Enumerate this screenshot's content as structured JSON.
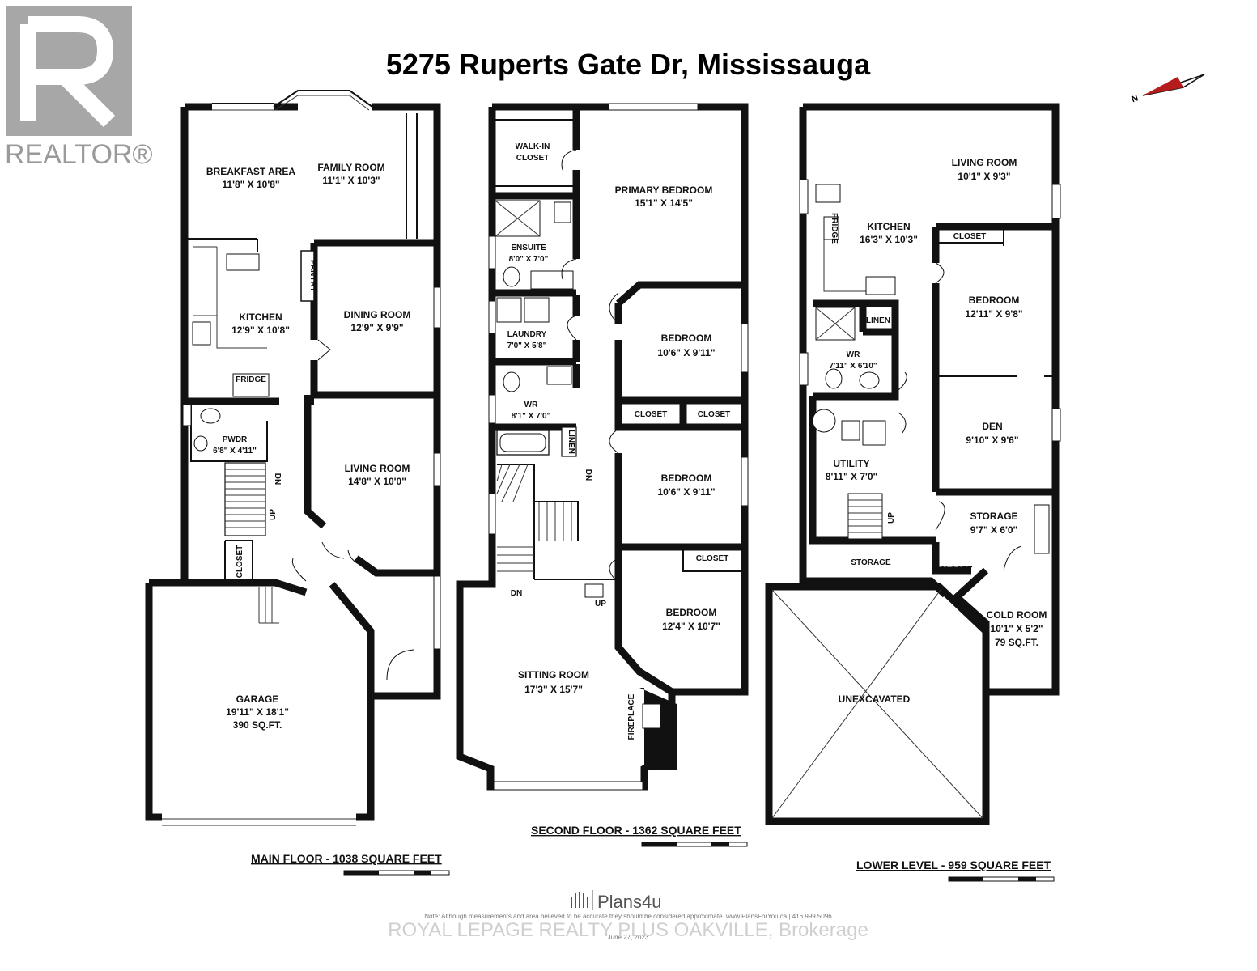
{
  "logo": {
    "text": "REALTOR®"
  },
  "title": "5275 Ruperts Gate Dr, Mississauga",
  "compass": {
    "label": "N"
  },
  "main_floor": {
    "label": "MAIN FLOOR - 1038 SQUARE FEET",
    "rooms": [
      {
        "id": "breakfast",
        "name": "BREAKFAST AREA",
        "dims": "11'8\" X 10'8\""
      },
      {
        "id": "family",
        "name": "FAMILY ROOM",
        "dims": "11'1\" X 10'3\""
      },
      {
        "id": "kitchen",
        "name": "KITCHEN",
        "dims": "12'9\" X 10'8\""
      },
      {
        "id": "dining",
        "name": "DINING ROOM",
        "dims": "12'9\" X 9'9\""
      },
      {
        "id": "pwdr",
        "name": "PWDR",
        "dims": "6'8\" X 4'11\""
      },
      {
        "id": "living",
        "name": "LIVING ROOM",
        "dims": "14'8\" X 10'0\""
      },
      {
        "id": "garage",
        "name": "GARAGE",
        "dims": "19'11\" X 18'1\"",
        "extra": "390 SQ.FT."
      }
    ],
    "small_labels": {
      "pantry": "PANTRY",
      "fridge": "FRIDGE",
      "closet": "CLOSET",
      "dn": "DN",
      "up": "UP"
    }
  },
  "second_floor": {
    "label": "SECOND FLOOR - 1362 SQUARE FEET",
    "rooms": [
      {
        "id": "walkin",
        "name": "WALK-IN",
        "dims": "CLOSET"
      },
      {
        "id": "primary",
        "name": "PRIMARY BEDROOM",
        "dims": "15'1\" X 14'5\""
      },
      {
        "id": "ensuite",
        "name": "ENSUITE",
        "dims": "8'0\" X 7'0\""
      },
      {
        "id": "laundry",
        "name": "LAUNDRY",
        "dims": "7'0\" X 5'8\""
      },
      {
        "id": "bed2",
        "name": "BEDROOM",
        "dims": "10'6\" X 9'11\""
      },
      {
        "id": "wr2",
        "name": "WR",
        "dims": "8'1\" X 7'0\""
      },
      {
        "id": "bed3",
        "name": "BEDROOM",
        "dims": "10'6\" X 9'11\""
      },
      {
        "id": "bed4",
        "name": "BEDROOM",
        "dims": "12'4\" X 10'7\""
      },
      {
        "id": "sitting",
        "name": "SITTING ROOM",
        "dims": "17'3\" X 15'7\""
      }
    ],
    "small_labels": {
      "closet": "CLOSET",
      "linen": "LINEN",
      "dn": "DN",
      "up": "UP",
      "fireplace": "FIREPLACE"
    }
  },
  "lower_level": {
    "label": "LOWER LEVEL - 959 SQUARE FEET",
    "rooms": [
      {
        "id": "lliving",
        "name": "LIVING ROOM",
        "dims": "10'1\" X 9'3\""
      },
      {
        "id": "lkitchen",
        "name": "KITCHEN",
        "dims": "16'3\" X 10'3\""
      },
      {
        "id": "lbed",
        "name": "BEDROOM",
        "dims": "12'11\" X 9'8\""
      },
      {
        "id": "lwr",
        "name": "WR",
        "dims": "7'11\" X 6'10\""
      },
      {
        "id": "den",
        "name": "DEN",
        "dims": "9'10\" X 9'6\""
      },
      {
        "id": "utility",
        "name": "UTILITY",
        "dims": "8'11\" X 7'0\""
      },
      {
        "id": "lstorage",
        "name": "STORAGE",
        "dims": "9'7\" X 6'0\""
      },
      {
        "id": "coldroom",
        "name": "COLD ROOM",
        "dims": "10'1\" X 5'2\"",
        "extra": "79 SQ.FT."
      }
    ],
    "small_labels": {
      "closet": "CLOSET",
      "linen": "LINEN",
      "storage": "STORAGE",
      "unexcavated": "UNEXCAVATED",
      "fridge": "FRIDGE",
      "up": "UP"
    }
  },
  "footer": {
    "brand": "Plans4u",
    "note": "Note: Although measurements and area believed to be accurate they should be considered approximate. www.PlansForYou.ca | 416 999 5096",
    "date": "June 27, 2023",
    "watermark": "ROYAL LEPAGE REALTY PLUS OAKVILLE, Brokerage"
  }
}
